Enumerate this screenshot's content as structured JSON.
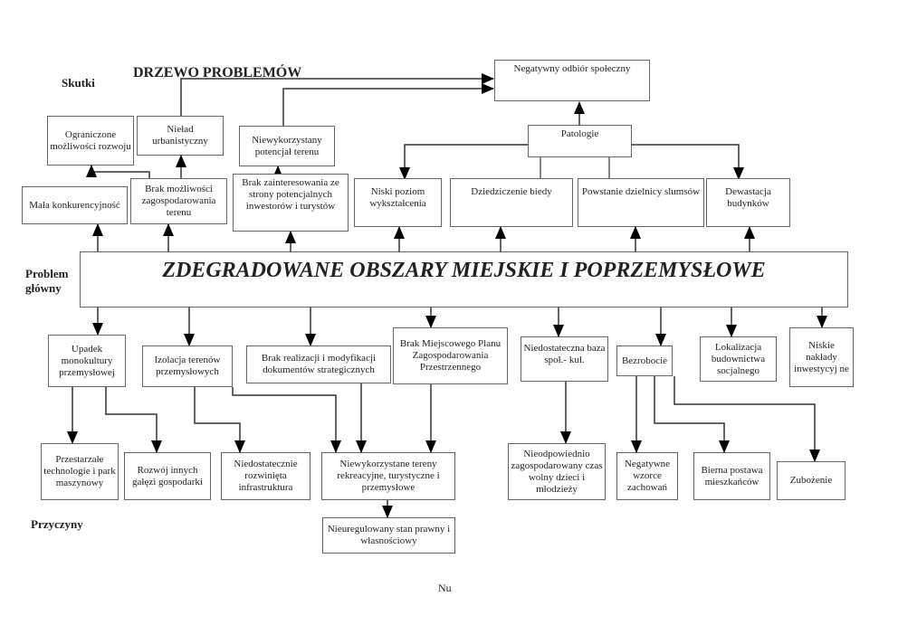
{
  "title": "DRZEWO PROBLEMÓW",
  "labels": {
    "effects": "Skutki",
    "main_problem": "Problem\ngłówny",
    "causes": "Przyczyny",
    "footer": "Nu"
  },
  "main_problem": "ZDEGRADOWANE OBSZARY MIEJSKIE I POPRZEMYSŁOWE",
  "effects": {
    "negatywny": "Negatywny odbiór społeczny",
    "patologie": "Patologie",
    "ograniczone": "Ograniczone możliwości rozwoju",
    "nielad": "Nieład urbanistyczny",
    "potencjal": "Niewykorzystany potencjał terenu",
    "mala": "Mała konkurencyjność",
    "brak_mozliwosci": "Brak możliwości zagospodarowania terenu",
    "brak_zainteresowania": "Brak zainteresowania ze strony potencjalnych inwestorów i turystów",
    "niski": "Niski poziom wykształcenia",
    "dziedziczenie": "Dziedziczenie biedy",
    "slumsy": "Powstanie dzielnicy slumsów",
    "dewastacja": "Dewastacja budynków"
  },
  "causes": {
    "upadek": "Upadek monokultury przemysłowej",
    "izolacja": "Izolacja terenów przemysłowych",
    "brak_realizacji": "Brak realizacji i modyfikacji dokumentów strategicznych",
    "mpzp": "Brak Miejscowego Planu Zagospodarowania Przestrzennego",
    "baza": "Niedostateczna baza społ.- kul.",
    "bezrobocie": "Bezrobocie",
    "lokalizacja": "Lokalizacja budownictwa socjalnego",
    "naklady": "Niskie nakłady inwestycyj ne",
    "przestarzale": "Przestarzałe technologie i park maszynowy",
    "rozwoj": "Rozwój innych gałęzi gospodarki",
    "infrastruktura": "Niedostatecznie rozwinięta infrastruktura",
    "tereny": "Niewykorzystane tereny rekreacyjne, turystyczne i przemysłowe",
    "nieuregulowany": "Nieuregulowany stan prawny i własnościowy",
    "czas_wolny": "Nieodpowiednio zagospodarowany czas wolny dzieci i młodzieży",
    "wzorce": "Negatywne wzorce zachowań",
    "bierna": "Bierna postawa mieszkańców",
    "zubozenie": "Zubożenie"
  }
}
